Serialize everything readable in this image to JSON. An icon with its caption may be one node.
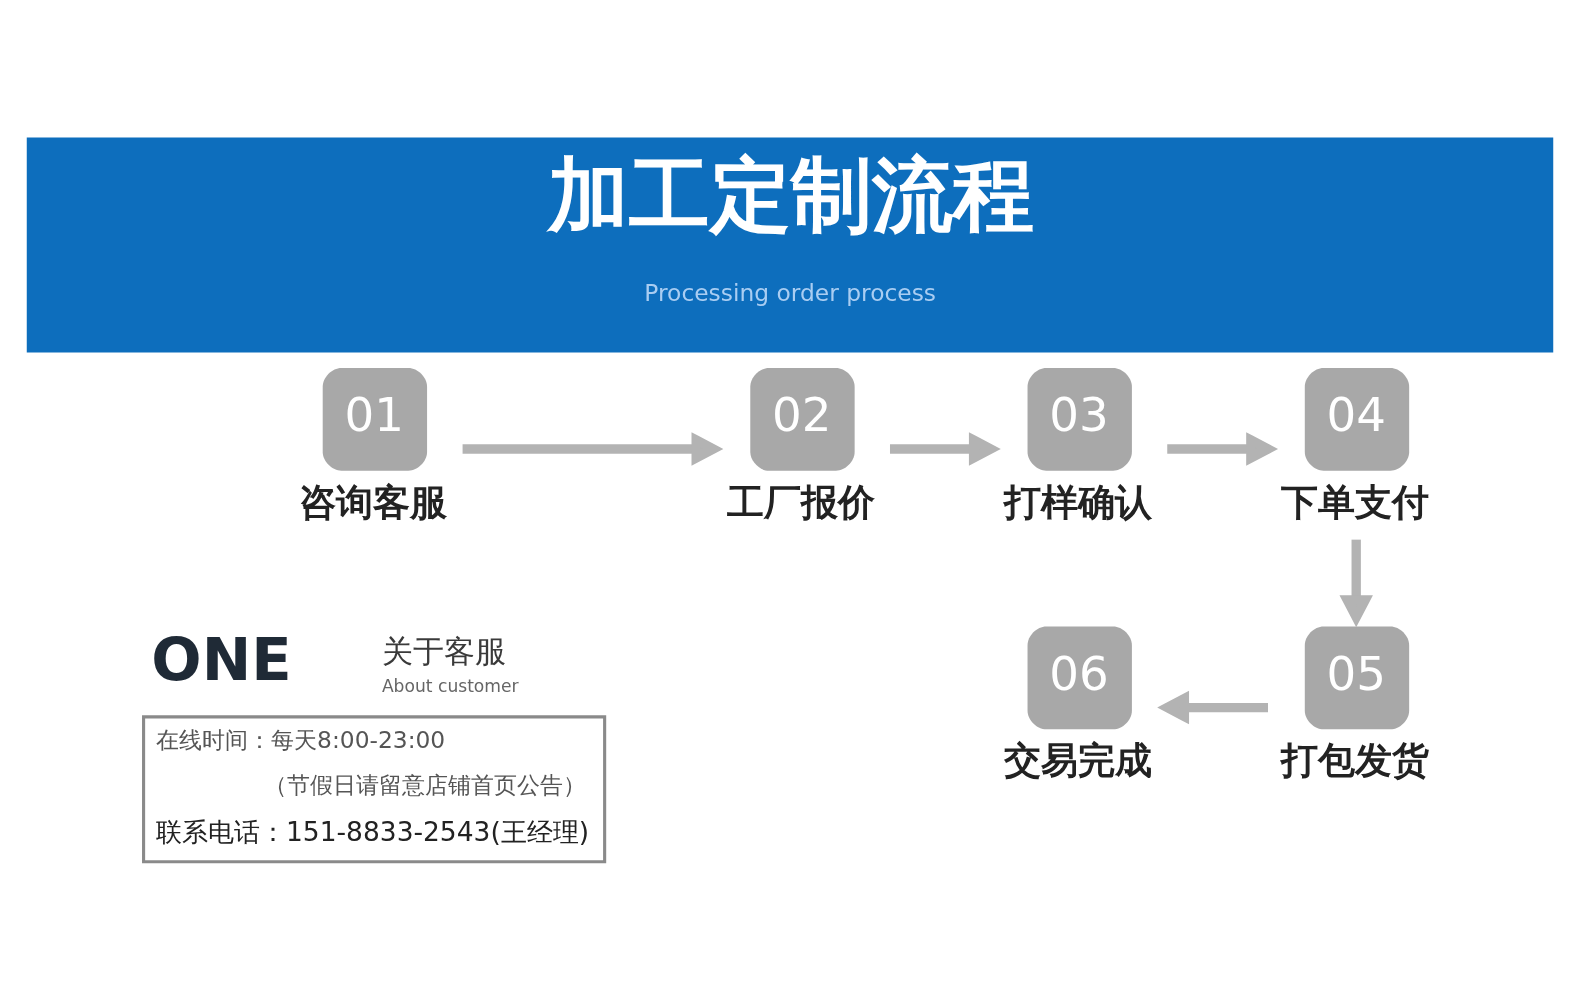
{
  "diagram": {
    "title": "加工定制流程",
    "caption": "Processing order process",
    "nodes": [
      {
        "text": [
          "01",
          "咨询客服"
        ]
      },
      {
        "text": [
          "02",
          "工厂报价"
        ]
      },
      {
        "text": [
          "03",
          "打样确认"
        ]
      },
      {
        "text": [
          "04",
          "下单支付"
        ]
      },
      {
        "text": [
          "05",
          "打包发货"
        ]
      },
      {
        "text": [
          "06",
          "交易完成"
        ]
      },
      {
        "text": [
          "ONE",
          "关于客服",
          "About customer",
          "在线时间：每天8:00-23:00",
          "（节假日请留意店铺首页公告）",
          "联系电话：151-8833-2543(王经理)"
        ]
      }
    ],
    "edges": [
      {
        "from": 0,
        "to": 1,
        "arrow": "to"
      },
      {
        "from": 1,
        "to": 2,
        "arrow": "to"
      },
      {
        "from": 2,
        "to": 3,
        "arrow": "to"
      },
      {
        "from": 3,
        "to": 4,
        "arrow": "to"
      },
      {
        "from": 4,
        "to": 5,
        "arrow": "to"
      }
    ]
  }
}
